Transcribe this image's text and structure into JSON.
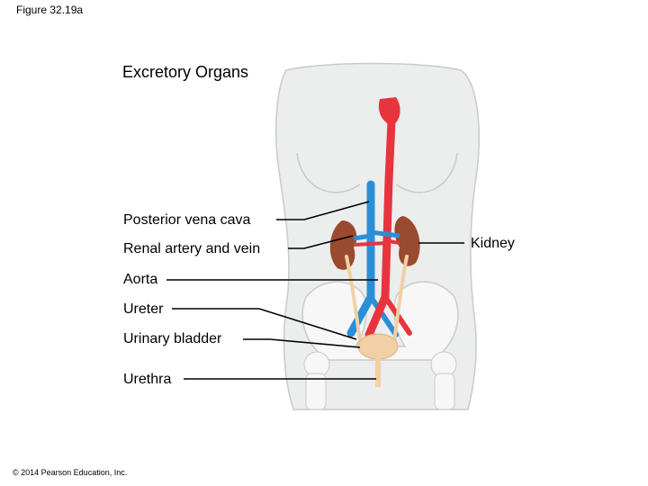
{
  "figure_label": "Figure 32.19a",
  "title": "Excretory Organs",
  "labels": {
    "posterior_vena_cava": "Posterior vena cava",
    "renal_artery_and_vein": "Renal artery and vein",
    "aorta": "Aorta",
    "ureter": "Ureter",
    "urinary_bladder": "Urinary bladder",
    "urethra": "Urethra",
    "kidney": "Kidney"
  },
  "copyright": "© 2014 Pearson Education, Inc.",
  "colors": {
    "body": "#eceded",
    "body_outline": "#c9cacb",
    "artery": "#e8343e",
    "vein": "#2a8fd8",
    "kidney": "#9a4a2e",
    "ureter": "#f2cfa4",
    "bone": "#f7f7f7"
  }
}
